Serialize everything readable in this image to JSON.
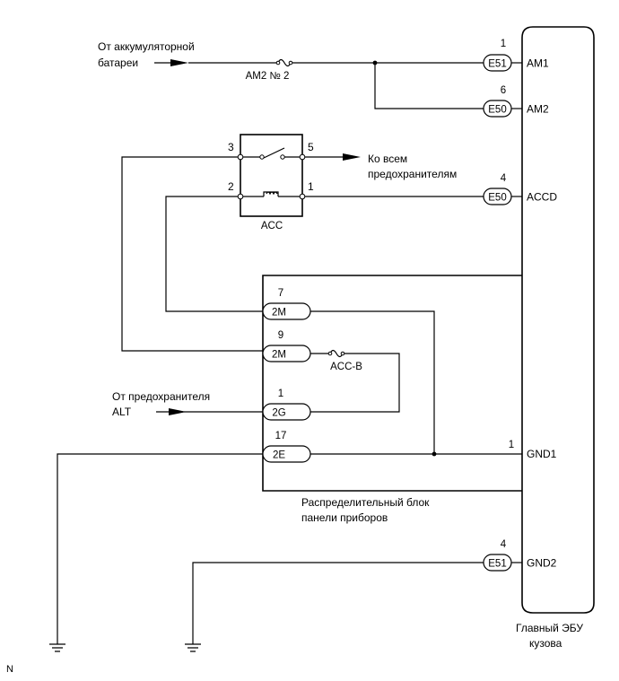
{
  "sources": {
    "battery_line1": "От аккумуляторной",
    "battery_line2": "батареи",
    "alt_line1": "От предохранителя",
    "alt_line2": "ALT",
    "all_fuses_line1": "Ко всем",
    "all_fuses_line2": "предохранителям"
  },
  "fuses": {
    "am2_no2": "AM2 № 2",
    "acc_b": "ACC-B"
  },
  "relay": {
    "label": "ACC",
    "pin3": "3",
    "pin5": "5",
    "pin2": "2",
    "pin1": "1"
  },
  "ecu": {
    "label_line1": "Главный ЭБУ",
    "label_line2": "кузова",
    "connectors": [
      {
        "pin": "1",
        "code": "E51",
        "terminal": "AM1"
      },
      {
        "pin": "6",
        "code": "E50",
        "terminal": "AM2"
      },
      {
        "pin": "4",
        "code": "E50",
        "terminal": "ACCD"
      },
      {
        "pin": "1",
        "code": "",
        "terminal": "GND1"
      },
      {
        "pin": "4",
        "code": "E51",
        "terminal": "GND2"
      }
    ]
  },
  "junction_block": {
    "label_line1": "Распределительный блок",
    "label_line2": "панели приборов",
    "connectors": [
      {
        "pin": "7",
        "code": "2M"
      },
      {
        "pin": "9",
        "code": "2M"
      },
      {
        "pin": "1",
        "code": "2G"
      },
      {
        "pin": "17",
        "code": "2E"
      }
    ]
  },
  "corner_mark": "N"
}
